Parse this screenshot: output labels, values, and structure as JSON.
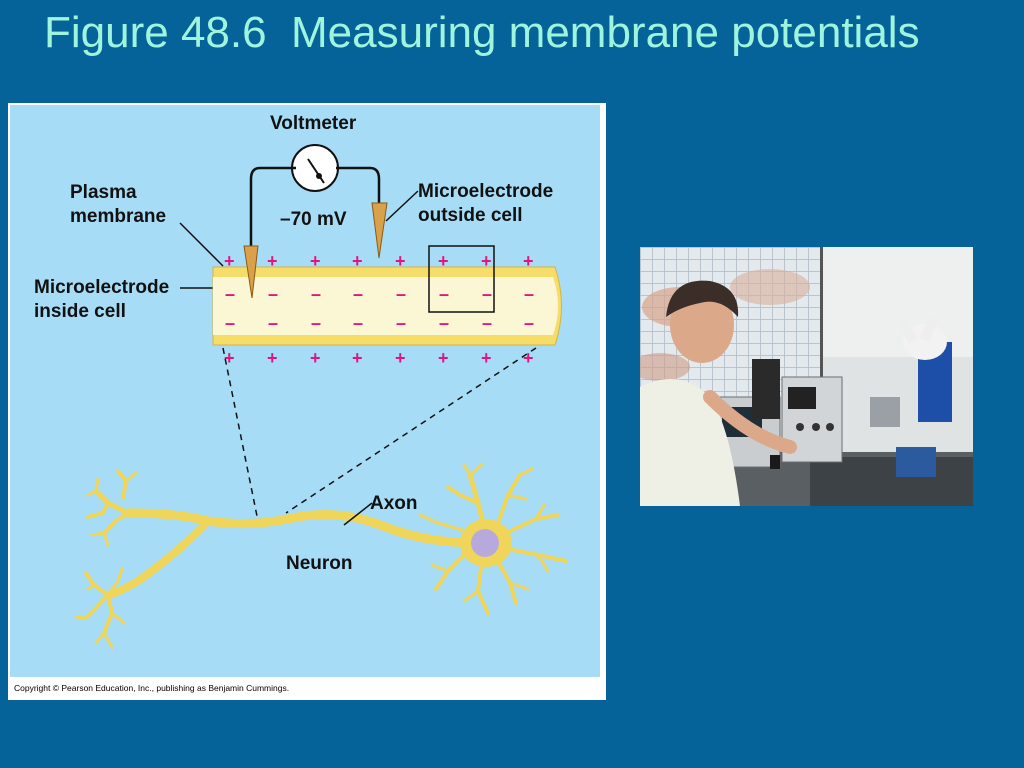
{
  "slide": {
    "title": "Figure 48.6  Measuring membrane potentials"
  },
  "figure": {
    "labels": {
      "voltmeter": "Voltmeter",
      "reading": "–70 mV",
      "plasma_membrane_1": "Plasma",
      "plasma_membrane_2": "membrane",
      "outside_1": "Microelectrode",
      "outside_2": "outside cell",
      "inside_1": "Microelectrode",
      "inside_2": "inside cell",
      "axon": "Axon",
      "neuron": "Neuron"
    },
    "charges": {
      "positive": "+",
      "negative": "–"
    },
    "copyright": "Copyright © Pearson Education, Inc., publishing as Benjamin Cummings."
  },
  "colors": {
    "slide_background": "#05639a",
    "title": "#9ff5dc",
    "diagram_background": "#a7dcf7",
    "axon_fill": "#fbf6d3",
    "membrane": "#f6dd6a",
    "charge": "#e0157f",
    "nucleus": "#b8a9dc",
    "electrode": "#d9a24a"
  }
}
